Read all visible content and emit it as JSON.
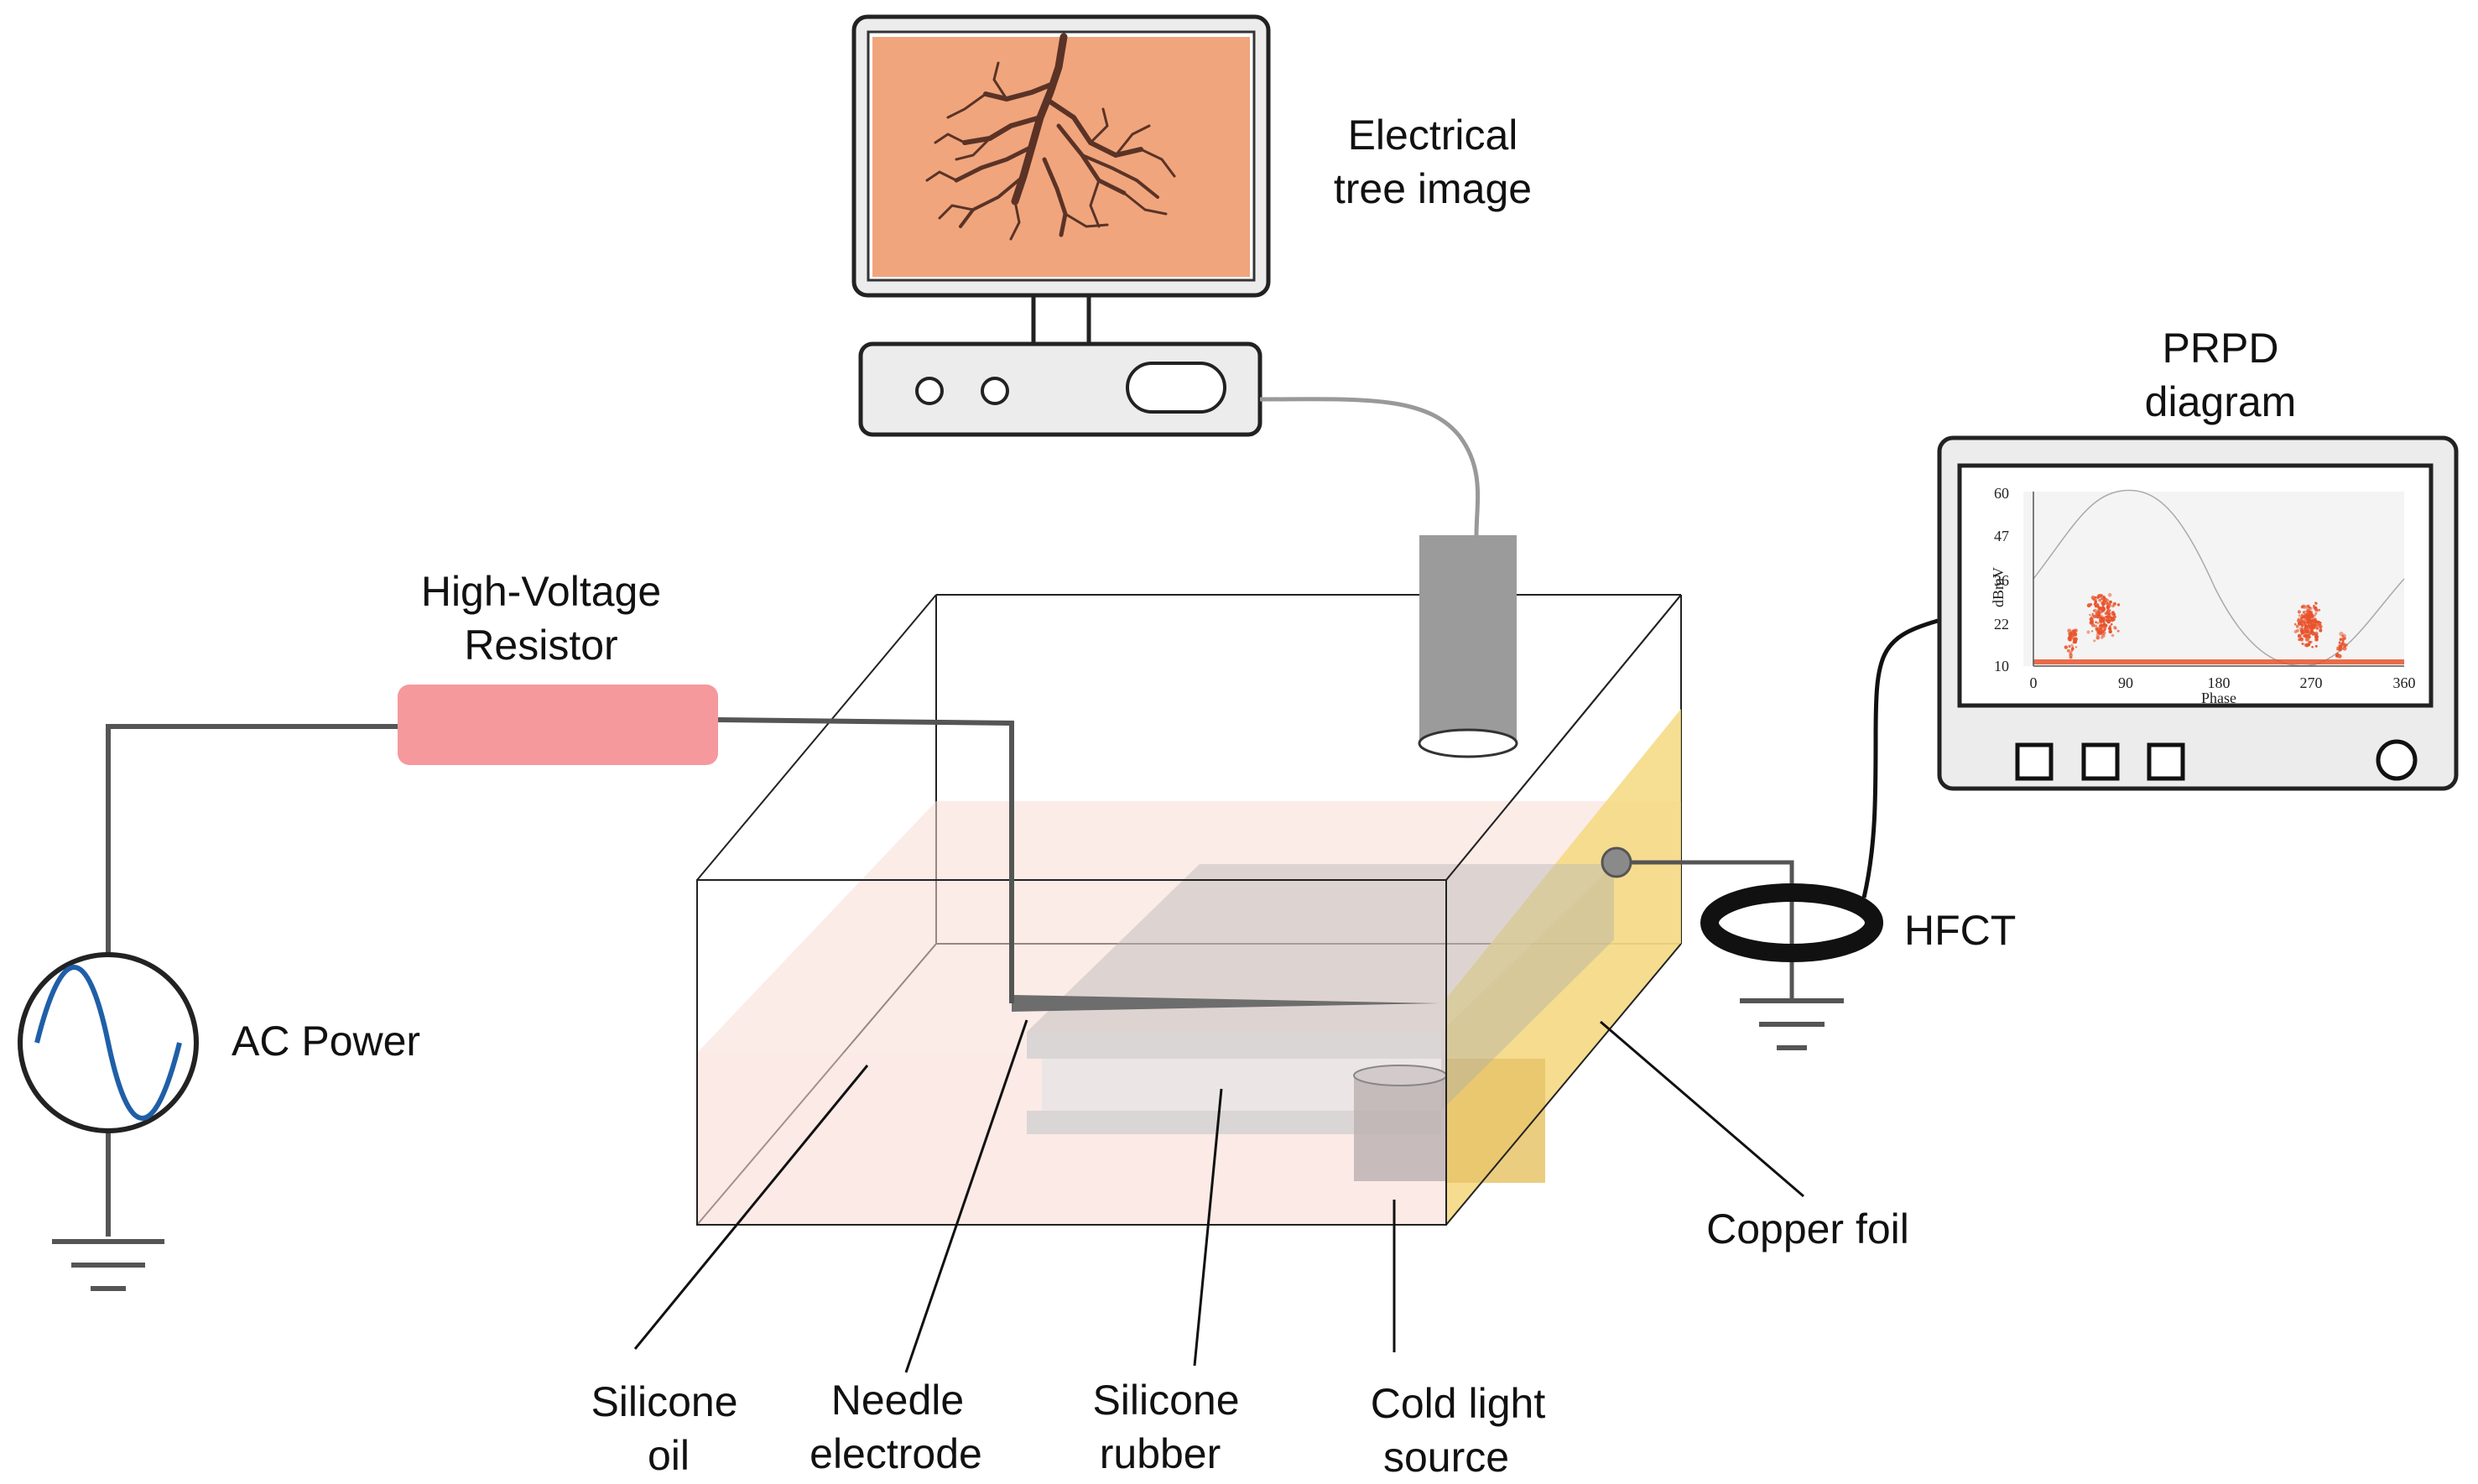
{
  "labels": {
    "electrical_tree_1": "Electrical",
    "electrical_tree_2": "tree image",
    "prpd_1": "PRPD",
    "prpd_2": "diagram",
    "hv_resistor_1": "High-Voltage",
    "hv_resistor_2": "Resistor",
    "ac_power": "AC Power",
    "hfct": "HFCT",
    "copper_foil": "Copper foil",
    "silicone_oil_1": "Silicone",
    "silicone_oil_2": "oil",
    "needle_electrode_1": "Needle",
    "needle_electrode_2": "electrode",
    "silicone_rubber_1": "Silicone",
    "silicone_rubber_2": "rubber",
    "cold_light_1": "Cold light",
    "cold_light_2": "source"
  },
  "prpd_plot": {
    "y_axis_label": "dBmV",
    "x_axis_label": "Phase",
    "y_ticks": [
      "60",
      "47",
      "36",
      "22",
      "10"
    ],
    "x_ticks": [
      "0",
      "90",
      "180",
      "270",
      "360"
    ]
  },
  "colors": {
    "screen_image": "#f0a57d",
    "tree_branch": "#5a3326",
    "resistor": "#f5999d",
    "sine_wave": "#1f5fa8",
    "oil_tint": "#f9dcd6",
    "copper_foil": "#f5d97f",
    "wire": "#555555",
    "prpd_points": "#e8522a"
  },
  "icons": [
    "monitor-icon",
    "camera-icon",
    "resistor-icon",
    "ac-source-icon",
    "ground-icon",
    "hfct-ring-icon",
    "oscilloscope-icon"
  ]
}
